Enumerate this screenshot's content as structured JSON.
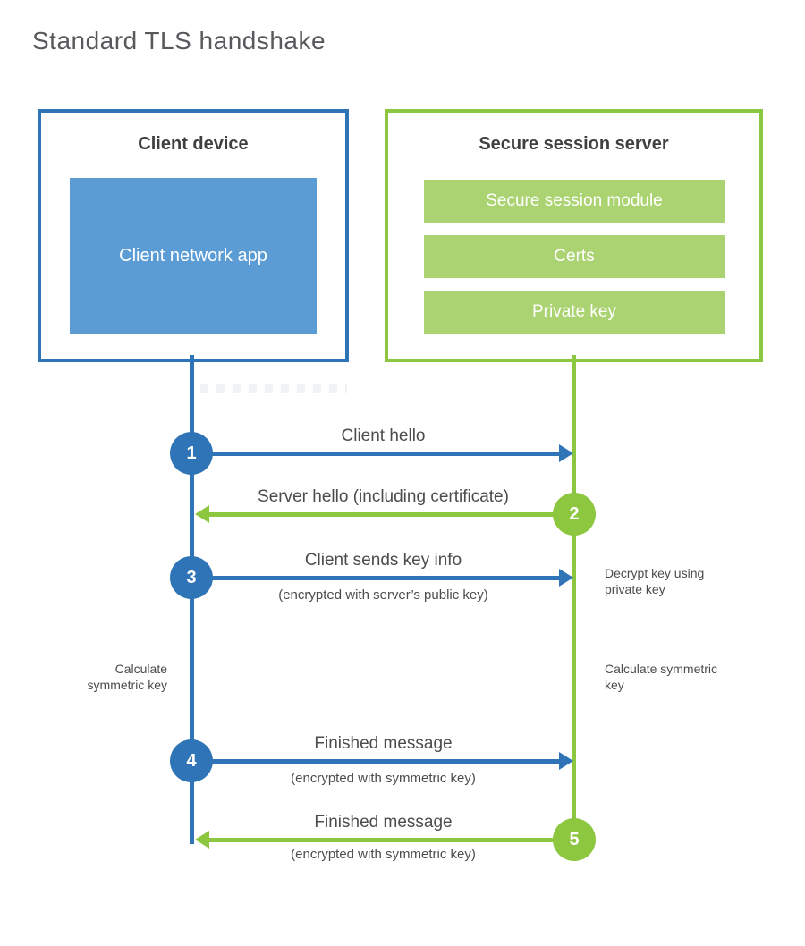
{
  "title": "Standard TLS handshake",
  "client": {
    "title": "Client device",
    "app": "Client network app"
  },
  "server": {
    "title": "Secure session server",
    "modules": [
      "Secure session module",
      "Certs",
      "Private key"
    ]
  },
  "steps": [
    {
      "num": "1",
      "label": "Client hello",
      "sub": ""
    },
    {
      "num": "2",
      "label": "Server hello (including certificate)",
      "sub": ""
    },
    {
      "num": "3",
      "label": "Client sends key info",
      "sub": "(encrypted with server’s public key)"
    },
    {
      "num": "4",
      "label": "Finished message",
      "sub": "(encrypted with symmetric key)"
    },
    {
      "num": "5",
      "label": "Finished message",
      "sub": "(encrypted with symmetric key)"
    }
  ],
  "notes": {
    "decrypt": "Decrypt key using private key",
    "calc_left": "Calculate symmetric key",
    "calc_right": "Calculate symmetric key"
  },
  "colors": {
    "blue": "#2e74b6",
    "blue_fill": "#5b9cd5",
    "green": "#8dc63f",
    "green_fill": "#abd371",
    "text_dark": "#3f4040",
    "text_gray": "#4c4c4c",
    "title_gray": "#58595c"
  }
}
